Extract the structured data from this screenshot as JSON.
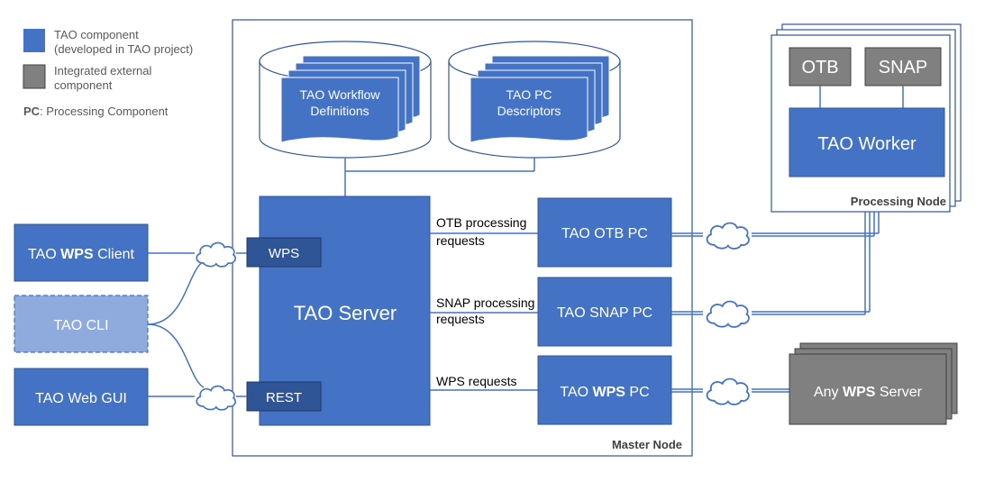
{
  "legend": {
    "tao_component_line1": "TAO component",
    "tao_component_line2": "(developed in TAO project)",
    "external_line1": "Integrated external",
    "external_line2": "component",
    "pc_abbrev": "PC",
    "pc_text": ": Processing Component"
  },
  "clients": {
    "wps_client_pre": "TAO ",
    "wps_client_bold": "WPS",
    "wps_client_post": " Client",
    "cli": "TAO CLI",
    "web_gui": "TAO Web GUI"
  },
  "master": {
    "label": "Master Node",
    "workflow_line1": "TAO Workflow",
    "workflow_line2": "Definitions",
    "pc_desc_line1": "TAO PC",
    "pc_desc_line2": "Descriptors",
    "server": "TAO Server",
    "wps_port": "WPS",
    "rest_port": "REST",
    "otb_req_line1": "OTB processing",
    "otb_req_line2": "requests",
    "snap_req_line1": "SNAP processing",
    "snap_req_line2": "requests",
    "wps_req": "WPS requests",
    "otb_pc": "TAO OTB PC",
    "snap_pc": "TAO SNAP PC",
    "wps_pc_pre": "TAO ",
    "wps_pc_bold": "WPS",
    "wps_pc_post": " PC"
  },
  "processing": {
    "label": "Processing Node",
    "otb": "OTB",
    "snap": "SNAP",
    "worker": "TAO Worker"
  },
  "external": {
    "any_pre": "Any ",
    "any_bold": "WPS",
    "any_post": " Server"
  },
  "colors": {
    "tao_blue": "#4472C4",
    "dark_blue": "#2F5597",
    "light_blue": "#8FAADC",
    "external_gray": "#808080",
    "line": "#4472C4"
  }
}
